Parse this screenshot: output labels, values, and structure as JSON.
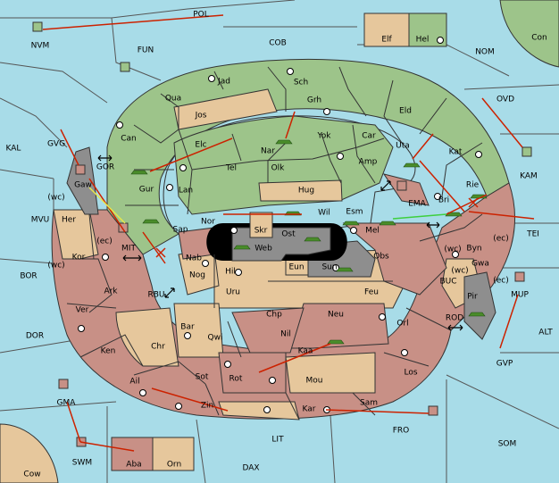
{
  "colors": {
    "sea": "#a8dce8",
    "green": "#9dc48a",
    "tan": "#e6c79c",
    "red": "#c89086",
    "gray": "#8e8e8e",
    "black": "#000000",
    "move_arrow": "#cc2200",
    "support_line_yellow": "#e8e84a",
    "support_line_green": "#3ecf3e",
    "border": "#333333"
  },
  "sea_labels": {
    "POL": "POL",
    "NVM": "NVM",
    "FUN": "FUN",
    "COB": "COB",
    "NOM": "NOM",
    "Con": "Con",
    "OVD": "OVD",
    "KAL": "KAL",
    "GVG": "GVG",
    "GOR": "GOR",
    "KAM": "KAM",
    "MVU": "MVU",
    "MIT": "MIT",
    "TEI": "TEI",
    "BOR": "BOR",
    "RBU": "RBU",
    "BUC": "BUC",
    "DOR": "DOR",
    "ROD": "ROD",
    "ALT": "ALT",
    "GVP": "GVP",
    "GMA": "GMA",
    "FRO": "FRO",
    "LIT": "LIT",
    "SOM": "SOM",
    "SWM": "SWM",
    "DAX": "DAX",
    "Cow": "Cow"
  },
  "land_labels": {
    "Elf": "Elf",
    "Hel": "Hel",
    "Jad": "Jad",
    "Sch": "Sch",
    "Qua": "Qua",
    "Jos": "Jos",
    "Grh": "Grh",
    "Eld": "Eld",
    "Can": "Can",
    "Yok": "Yok",
    "Car": "Car",
    "Nar": "Nar",
    "Elc": "Elc",
    "Uta": "Uta",
    "Kat": "Kat",
    "Olk": "Olk",
    "Amp": "Amp",
    "Tel": "Tel",
    "Gaw": "Gaw",
    "Gur": "Gur",
    "Hug": "Hug",
    "Rie": "Rie",
    "Lan": "Lan",
    "EMA": "EMA",
    "Bri": "Bri",
    "Esm": "Esm",
    "Wil": "Wil",
    "Nor": "Nor",
    "Her": "Her",
    "Skr": "Skr",
    "Sap": "Sap",
    "Ost": "Ost",
    "Mel": "Mel",
    "Web": "Web",
    "Byn": "Byn",
    "Kor": "Kor",
    "Nab": "Nab",
    "Eun": "Eun",
    "Obs": "Obs",
    "Hil": "Hil",
    "Sun": "Sun",
    "Nog": "Nog",
    "Gwa": "Gwa",
    "Ark": "Ark",
    "Uru": "Uru",
    "Feu": "Feu",
    "Pir": "Pir",
    "Ver": "Ver",
    "Chp": "Chp",
    "Neu": "Neu",
    "Bar": "Bar",
    "Orl": "Orl",
    "Qwi": "Qwi",
    "Nil": "Nil",
    "Ken": "Ken",
    "Chr": "Chr",
    "Kaa": "Kaa",
    "Sot": "Sot",
    "Rot": "Rot",
    "Los": "Los",
    "Ail": "Ail",
    "Mou": "Mou",
    "Zin": "Zin",
    "Kar": "Kar",
    "Sam": "Sam",
    "Aba": "Aba",
    "Orn": "Orn",
    "MUP": "MUP"
  },
  "coast_labels": [
    "(wc)",
    "(ec)",
    "(wc)",
    "(ec)",
    "(wc)",
    "(wc)",
    "(ec)"
  ]
}
